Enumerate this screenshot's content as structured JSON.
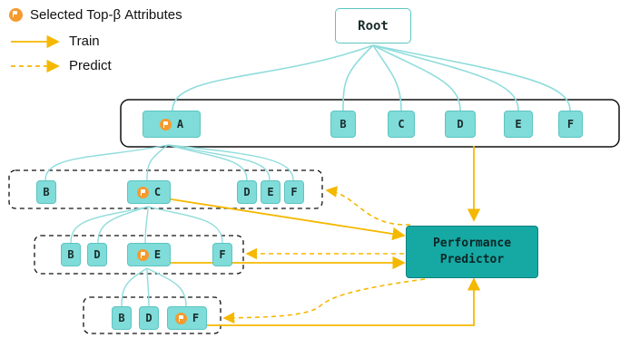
{
  "legend": {
    "selected": "Selected Top-β Attributes",
    "train": "Train",
    "predict": "Predict"
  },
  "root": "Root",
  "predictor": {
    "line1": "Performance",
    "line2": "Predictor"
  },
  "level1": [
    "A",
    "B",
    "C",
    "D",
    "E",
    "F"
  ],
  "level2": [
    "B",
    "C",
    "D",
    "E",
    "F"
  ],
  "level3": [
    "B",
    "D",
    "E",
    "F"
  ],
  "level4": [
    "B",
    "D",
    "F"
  ],
  "colors": {
    "node": "#7fdcd9",
    "edge": "#8fdcdc",
    "train": "#f5b800",
    "flag": "#f59a2e",
    "predictor": "#16a9a4"
  }
}
